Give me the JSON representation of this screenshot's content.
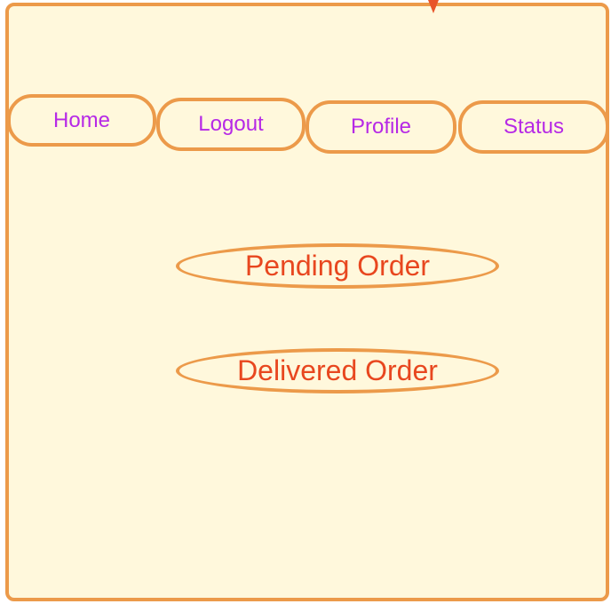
{
  "nav": {
    "items": [
      {
        "label": "Home"
      },
      {
        "label": "Logout"
      },
      {
        "label": "Profile"
      },
      {
        "label": "Status"
      }
    ]
  },
  "orders": {
    "pending_label": "Pending Order",
    "delivered_label": "Delivered Order"
  },
  "colors": {
    "background": "#fff8dc",
    "border": "#ec9a4a",
    "nav_text": "#b629e6",
    "order_text": "#e8471f",
    "marker": "#e8542a"
  }
}
